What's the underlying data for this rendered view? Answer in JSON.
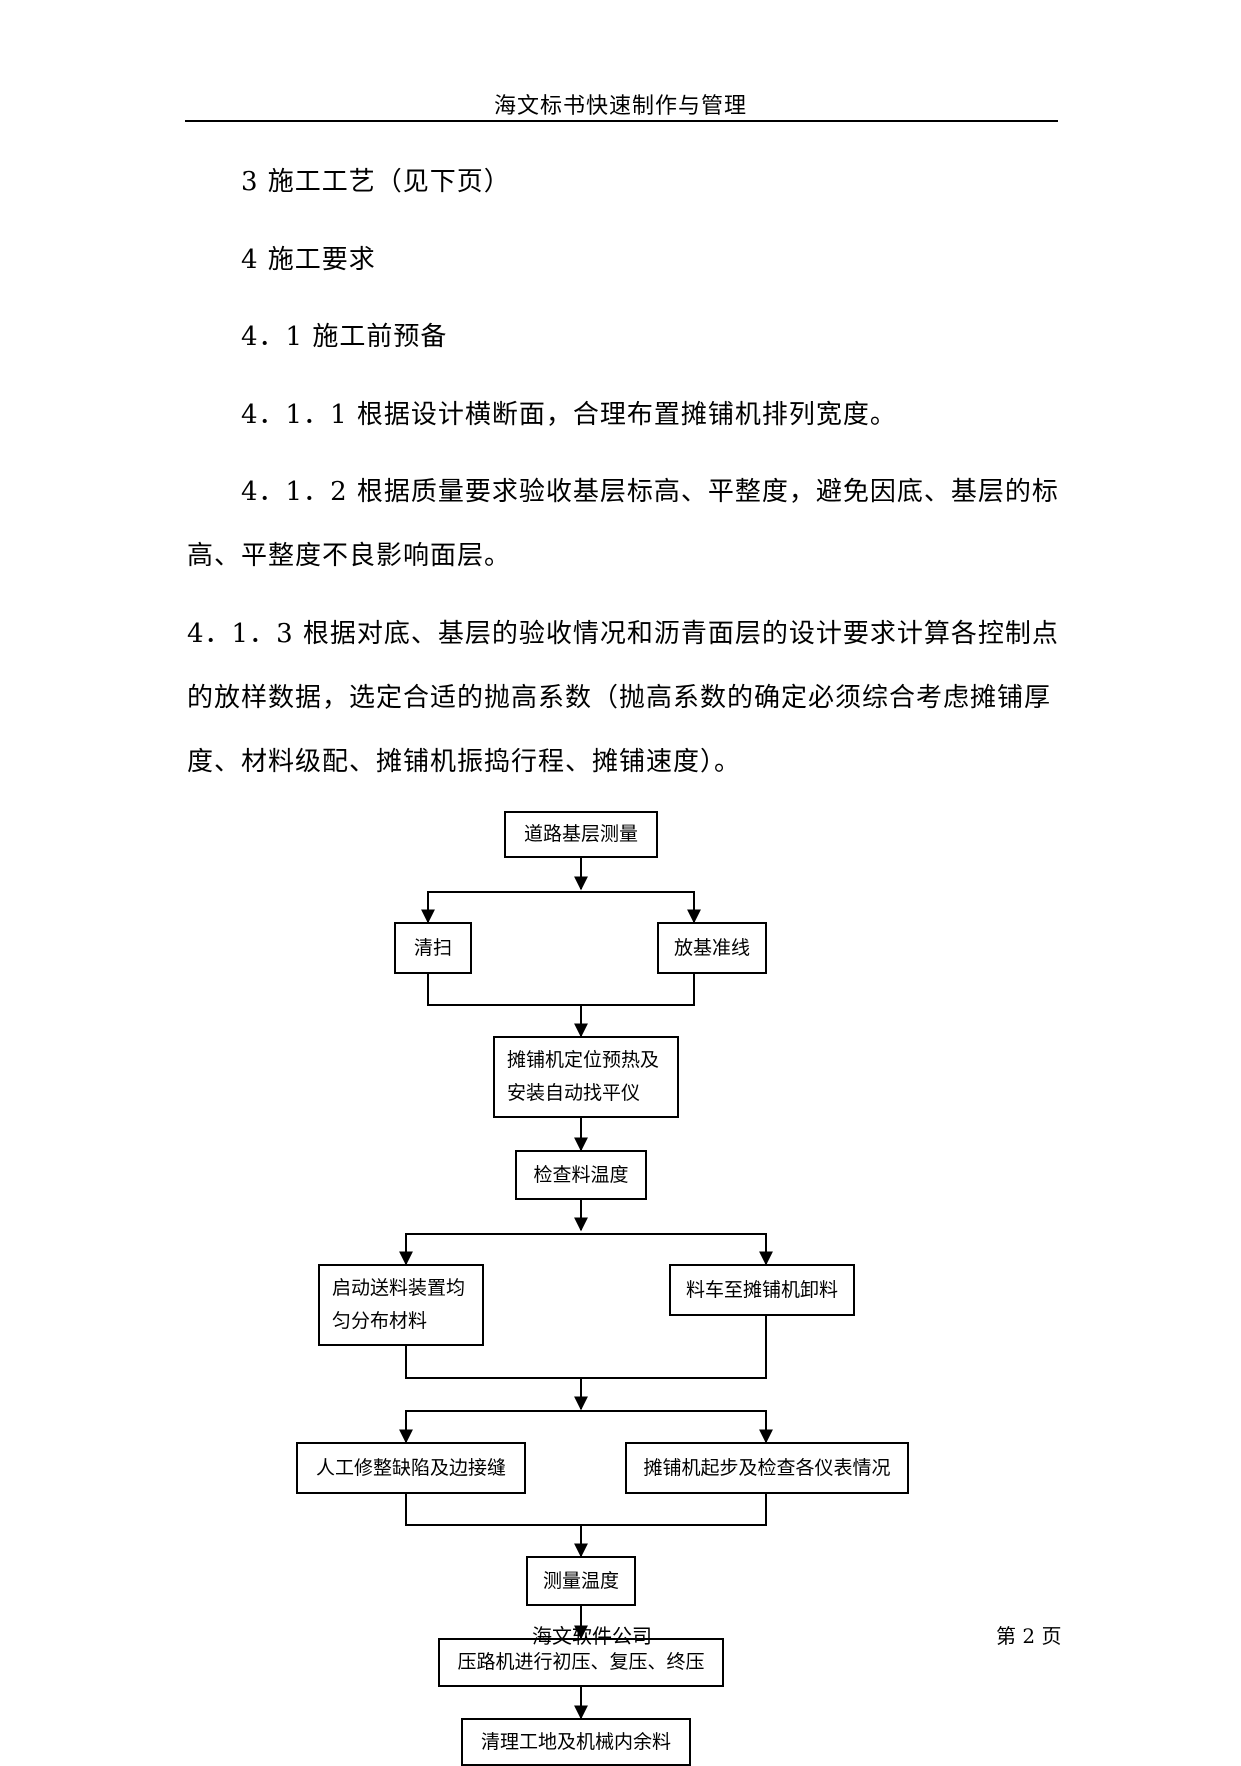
{
  "header": {
    "title": "海文标书快速制作与管理"
  },
  "paragraphs": {
    "p1": "3 施工工艺（见下页）",
    "p2": "4 施工要求",
    "p3": "4．1 施工前预备",
    "p4": "4．1．1 根据设计横断面，合理布置摊铺机排列宽度。",
    "p5a": "4．1．2 根据质量要求验收基层标高、平整度，避免因底、基层的标",
    "p5b": "高、平整度不良影响面层。",
    "p6a": "4．1．3 根据对底、基层的验收情况和沥青面层的设计要求计算各控制点",
    "p6b": "的放样数据，选定合适的抛高系数（抛高系数的确定必须综合考虑摊铺厚",
    "p6c": "度、材料级配、摊铺机振捣行程、摊铺速度）。"
  },
  "flowchart": {
    "n1": "道路基层测量",
    "n2": "清扫",
    "n3": "放基准线",
    "n4_l1": "摊铺机定位预热及",
    "n4_l2": "安装自动找平仪",
    "n5": "检查料温度",
    "n6_l1": "启动送料装置均",
    "n6_l2": "匀分布材料",
    "n7": "料车至摊铺机卸料",
    "n8": "人工修整缺陷及边接缝",
    "n9": "摊铺机起步及检查各仪表情况",
    "n10": "测量温度",
    "n11": "压路机进行初压、复压、终压",
    "n12": "清理工地及机械内余料"
  },
  "footer": {
    "company": "海文软件公司",
    "page": "第 2 页"
  }
}
